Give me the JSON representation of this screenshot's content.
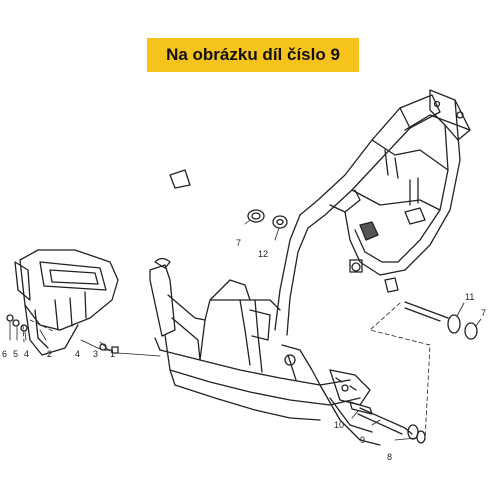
{
  "banner": {
    "text": "Na obrázku díl číslo 9",
    "color": "#f6c21c"
  },
  "callouts": [
    {
      "id": "c7a",
      "label": "7"
    },
    {
      "id": "c12",
      "label": "12"
    },
    {
      "id": "c11",
      "label": "11"
    },
    {
      "id": "c7b",
      "label": "7"
    },
    {
      "id": "c6",
      "label": "6"
    },
    {
      "id": "c5",
      "label": "5"
    },
    {
      "id": "c4a",
      "label": "4"
    },
    {
      "id": "c2",
      "label": "2"
    },
    {
      "id": "c4b",
      "label": "4"
    },
    {
      "id": "c3",
      "label": "3"
    },
    {
      "id": "c1",
      "label": "1"
    },
    {
      "id": "c10",
      "label": "10"
    },
    {
      "id": "c9",
      "label": "9"
    },
    {
      "id": "c8",
      "label": "8"
    }
  ]
}
